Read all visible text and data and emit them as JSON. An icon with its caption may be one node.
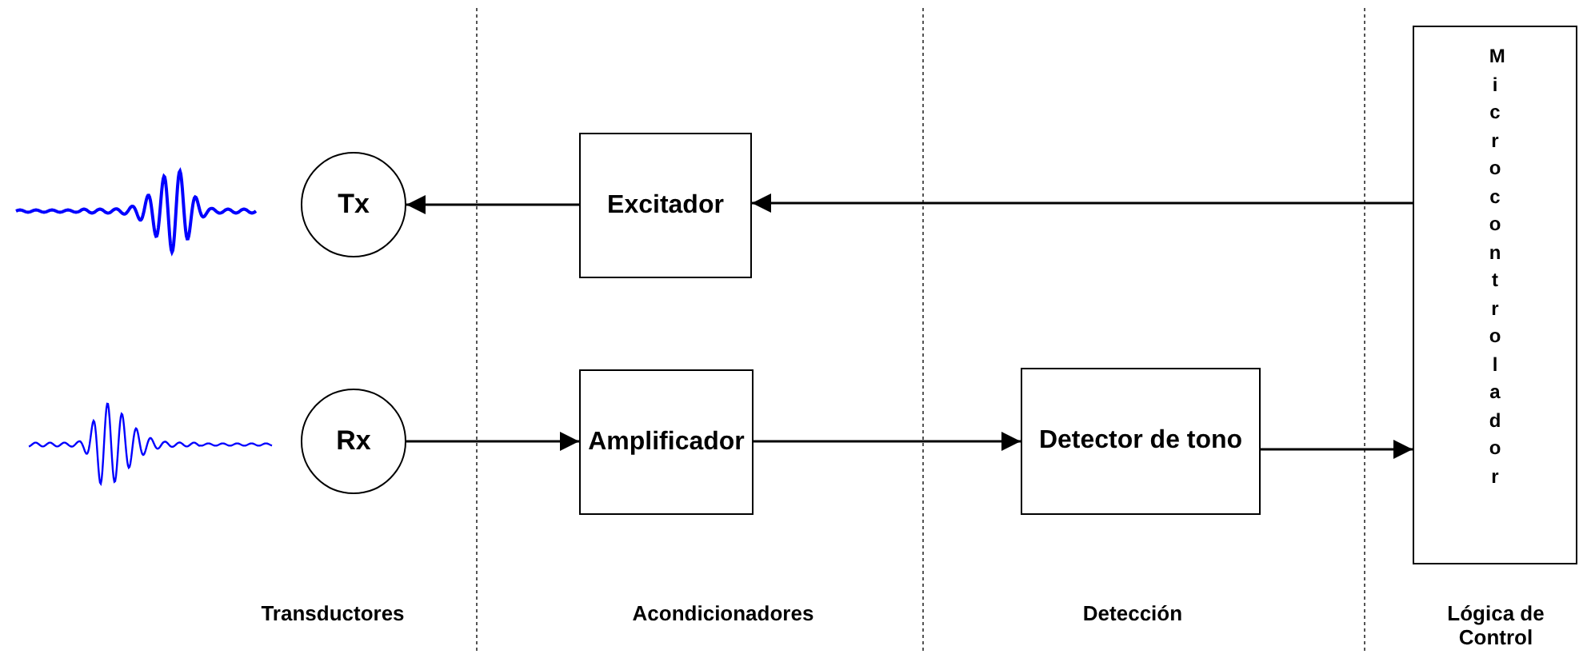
{
  "diagram": {
    "nodes": [
      {
        "text": [
          "Tx"
        ]
      },
      {
        "text": [
          "Rx"
        ]
      },
      {
        "text": [
          "Excitador"
        ]
      },
      {
        "text": [
          "Amplificador"
        ]
      },
      {
        "text": [
          "Detector de tono"
        ]
      },
      {
        "text": [
          "Microcontrolador"
        ]
      }
    ],
    "edges": [
      {
        "from": 5,
        "to": 2,
        "arrow": "to"
      },
      {
        "from": 2,
        "to": 0,
        "arrow": "to"
      },
      {
        "from": 1,
        "to": 3,
        "arrow": "to"
      },
      {
        "from": 3,
        "to": 4,
        "arrow": "to"
      },
      {
        "from": 4,
        "to": 5,
        "arrow": "to"
      }
    ],
    "labels": [
      "Transductores",
      "Acondicionadores",
      "Detección",
      "Lógica de Control"
    ]
  }
}
